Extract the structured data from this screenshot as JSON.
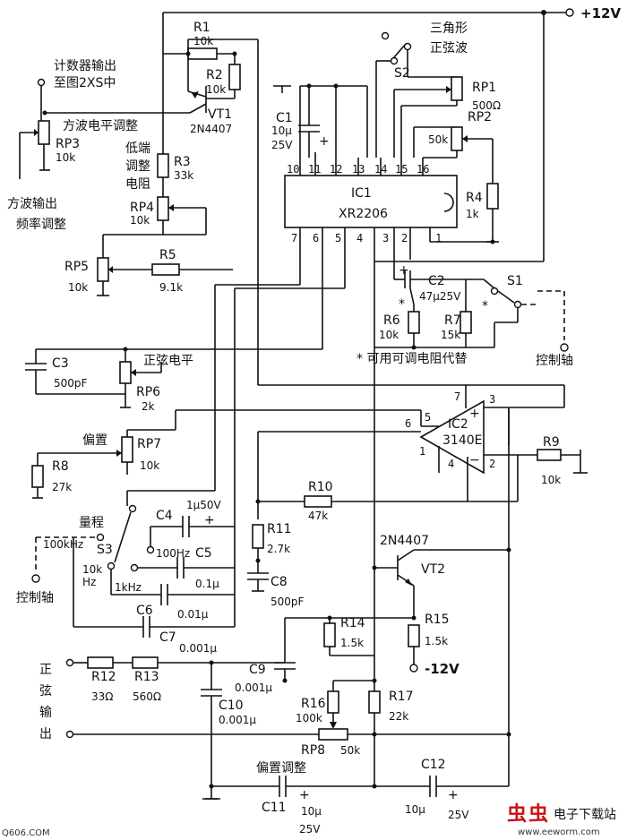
{
  "supply": {
    "vplus": "+12V",
    "vminus": "-12V"
  },
  "components": {
    "R1": "R1",
    "R1v": "10k",
    "R2": "R2",
    "R2v": "10k",
    "VT1": "VT1",
    "VT1v": "2N4407",
    "RP3": "RP3",
    "RP3v": "10k",
    "R3": "R3",
    "R3v": "33k",
    "RP4": "RP4",
    "RP4v": "10k",
    "RP5": "RP5",
    "RP5v": "10k",
    "R5": "R5",
    "R5v": "9.1k",
    "C1": "C1",
    "C1v1": "10μ",
    "C1v2": "25V",
    "IC1": "IC1",
    "IC1v": "XR2206",
    "S2": "S2",
    "RP1": "RP1",
    "RP1v": "500Ω",
    "RP2": "RP2",
    "RP2v": "50k",
    "R4": "R4",
    "R4v": "1k",
    "C2": "C2",
    "C2v": "47μ25V",
    "S1": "S1",
    "R6": "R6",
    "R6v": "10k",
    "R7": "R7",
    "R7v": "15k",
    "C3": "C3",
    "C3v": "500pF",
    "RP6": "RP6",
    "RP6v": "2k",
    "RP7": "RP7",
    "RP7v": "10k",
    "R8": "R8",
    "R8v": "27k",
    "IC2": "IC2",
    "IC2v": "3140E",
    "R9": "R9",
    "R9v": "10k",
    "R10": "R10",
    "R10v": "47k",
    "R11": "R11",
    "R11v": "2.7k",
    "C8": "C8",
    "C8v": "500pF",
    "C4": "C4",
    "C4v": "1μ50V",
    "C5": "C5",
    "C5v": "0.1μ",
    "C6": "C6",
    "C6v": "0.01μ",
    "C7": "C7",
    "C7v": "0.001μ",
    "S3": "S3",
    "VT2": "VT2",
    "VT2v": "2N4407",
    "R14": "R14",
    "R14v": "1.5k",
    "R15": "R15",
    "R15v": "1.5k",
    "R12": "R12",
    "R12v": "33Ω",
    "R13": "R13",
    "R13v": "560Ω",
    "C9": "C9",
    "C9v": "0.001μ",
    "C10": "C10",
    "C10v": "0.001μ",
    "R16": "R16",
    "R16v": "100k",
    "R17": "R17",
    "R17v": "22k",
    "RP8": "RP8",
    "RP8v": "50k",
    "C11": "C11",
    "C11v1": "10μ",
    "C11v2": "25V",
    "C12": "C12",
    "C12v1": "10μ",
    "C12v2": "25V"
  },
  "labels": {
    "counter_out_1": "计数器输出",
    "counter_out_2": "至图2XS中",
    "square_level": "方波电平调整",
    "square_freq_1": "方波输出",
    "square_freq_2": "频率调整",
    "low_end_1": "低端",
    "low_end_2": "调整",
    "low_end_3": "电阻",
    "tri_1": "三角形",
    "tri_2": "正弦波",
    "adjustable_note": "* 可用可调电阻代替",
    "star": "*",
    "control_shaft": "控制轴",
    "sine_level": "正弦电平",
    "bias": "偏置",
    "range": "量程",
    "range_100khz": "100kHz",
    "range_10hz_1": "10k",
    "range_10hz_2": "Hz",
    "range_100hz": "100Hz",
    "range_1khz": "1kHz",
    "control_shaft2": "控制轴",
    "sine_out_1": "正",
    "sine_out_2": "弦",
    "sine_out_3": "输",
    "sine_out_4": "出",
    "bias_adjust": "偏置调整",
    "watermark_left": "Q606.COM",
    "watermark_right": "电子下载站",
    "watermark_url": "www.eeworm.com"
  },
  "ic1_pins": [
    "10",
    "11",
    "12",
    "13",
    "14",
    "15",
    "16",
    "7",
    "6",
    "5",
    "4",
    "3",
    "2",
    "1"
  ],
  "ic2_pins": [
    "7",
    "3",
    "6",
    "5",
    "1",
    "4",
    "2"
  ]
}
